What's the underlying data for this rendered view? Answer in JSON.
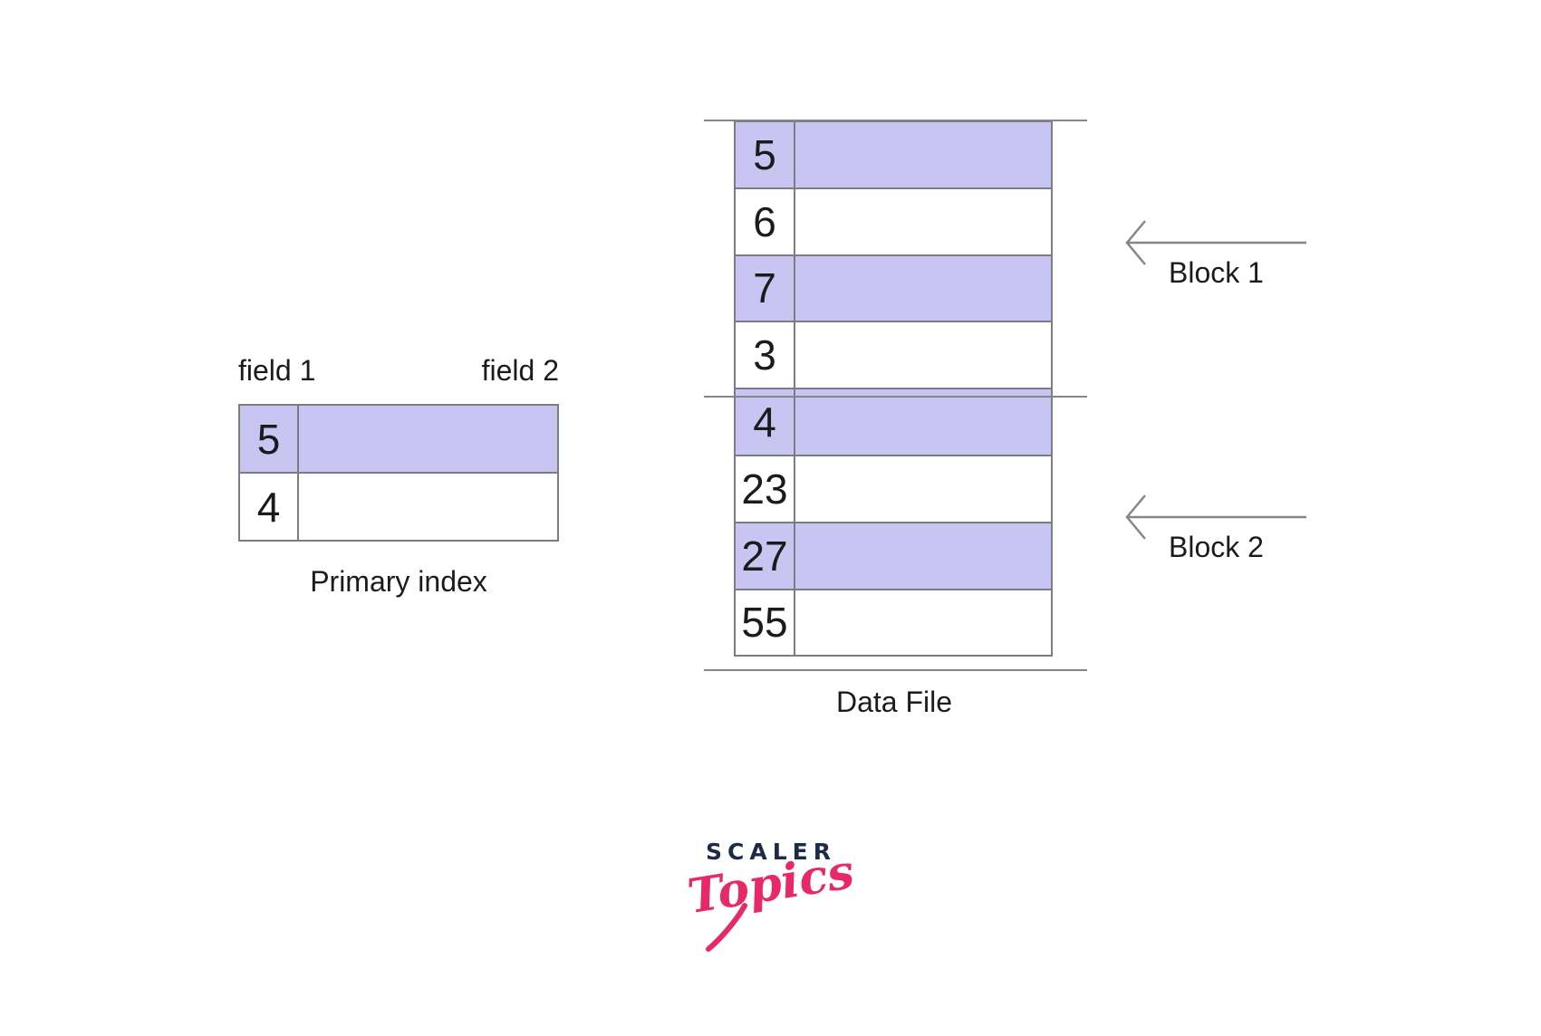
{
  "primary_index": {
    "field_labels": [
      "field 1",
      "field 2"
    ],
    "rows": [
      {
        "key": "5",
        "highlighted": true
      },
      {
        "key": "4",
        "highlighted": false
      }
    ],
    "caption": "Primary index"
  },
  "data_file": {
    "rows": [
      {
        "key": "5",
        "highlighted": true
      },
      {
        "key": "6",
        "highlighted": false
      },
      {
        "key": "7",
        "highlighted": true
      },
      {
        "key": "3",
        "highlighted": false
      },
      {
        "key": "4",
        "highlighted": true
      },
      {
        "key": "23",
        "highlighted": false
      },
      {
        "key": "27",
        "highlighted": true
      },
      {
        "key": "55",
        "highlighted": false
      }
    ],
    "caption": "Data File"
  },
  "blocks": [
    {
      "label": "Block 1"
    },
    {
      "label": "Block 2"
    }
  ],
  "logo": {
    "primary": "SCALER",
    "secondary": "Topics"
  },
  "colors": {
    "highlight_fill": "#c8c5f2",
    "cell_border": "#7b7b84",
    "guide_line": "#85858d",
    "arrow": "#868686",
    "text": "#1b1b1b",
    "logo_primary": "#1d2b47",
    "logo_secondary": "#e82968"
  }
}
